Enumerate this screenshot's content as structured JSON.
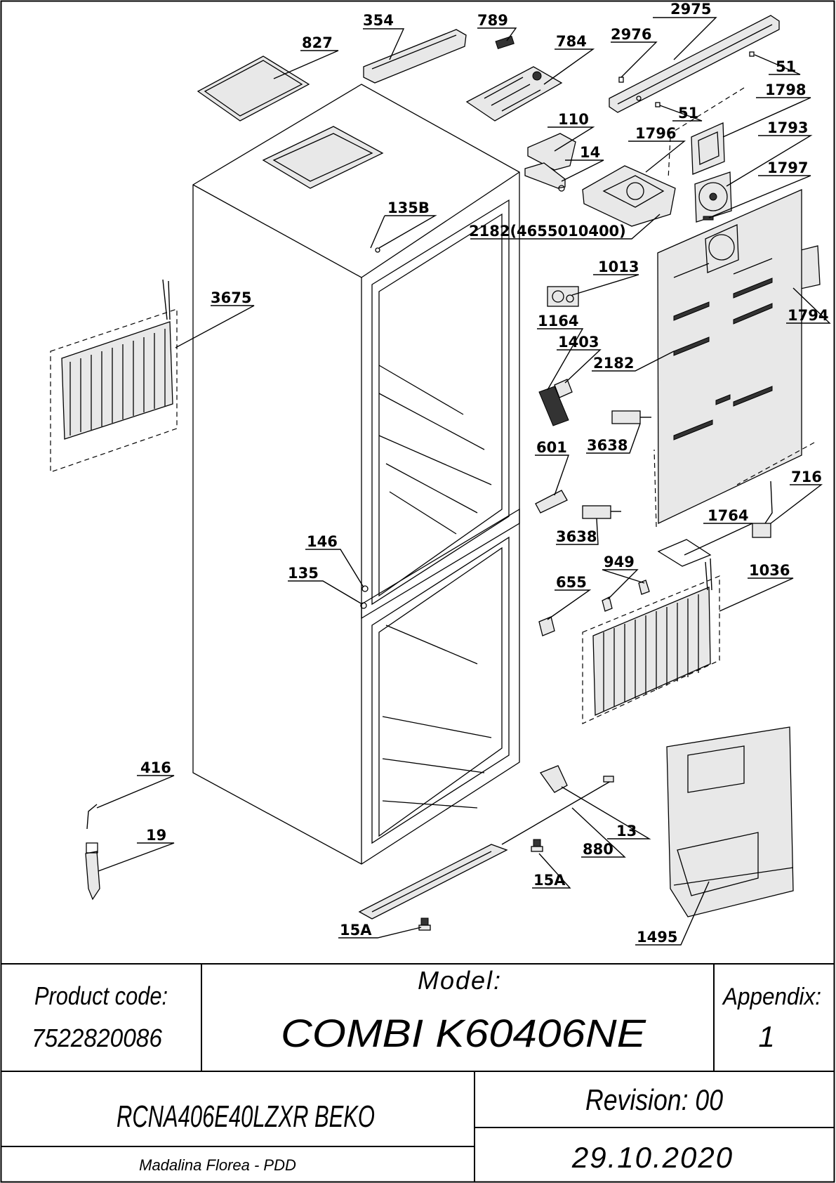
{
  "labels": {
    "l354": "354",
    "l789": "789",
    "l2975": "2975",
    "l827": "827",
    "l784": "784",
    "l2976": "2976",
    "l51a": "51",
    "l51b": "51",
    "l1798": "1798",
    "l110": "110",
    "l1796": "1796",
    "l14": "14",
    "l1793": "1793",
    "l1797": "1797",
    "l135B": "135B",
    "l2182a": "2182(4655010400)",
    "l3675": "3675",
    "l1013": "1013",
    "l1794": "1794",
    "l1164": "1164",
    "l1403": "1403",
    "l2182b": "2182",
    "l3638a": "3638",
    "l601": "601",
    "l716": "716",
    "l1764": "1764",
    "l3638b": "3638",
    "l146": "146",
    "l949": "949",
    "l135": "135",
    "l655": "655",
    "l1036": "1036",
    "l416": "416",
    "l13": "13",
    "l19": "19",
    "l880": "880",
    "l15Aa": "15A",
    "l15Ab": "15A",
    "l1495": "1495"
  },
  "title_block": {
    "product_code_label": "Product code:",
    "product_code": "7522820086",
    "model_label": "Model:",
    "model": "COMBI K60406NE",
    "appendix_label": "Appendix:",
    "appendix": "1",
    "variant": "RCNA406E40LZXR BEKO",
    "revision": "Revision: 00",
    "author": "Madalina Florea - PDD",
    "date": "29.10.2020"
  }
}
